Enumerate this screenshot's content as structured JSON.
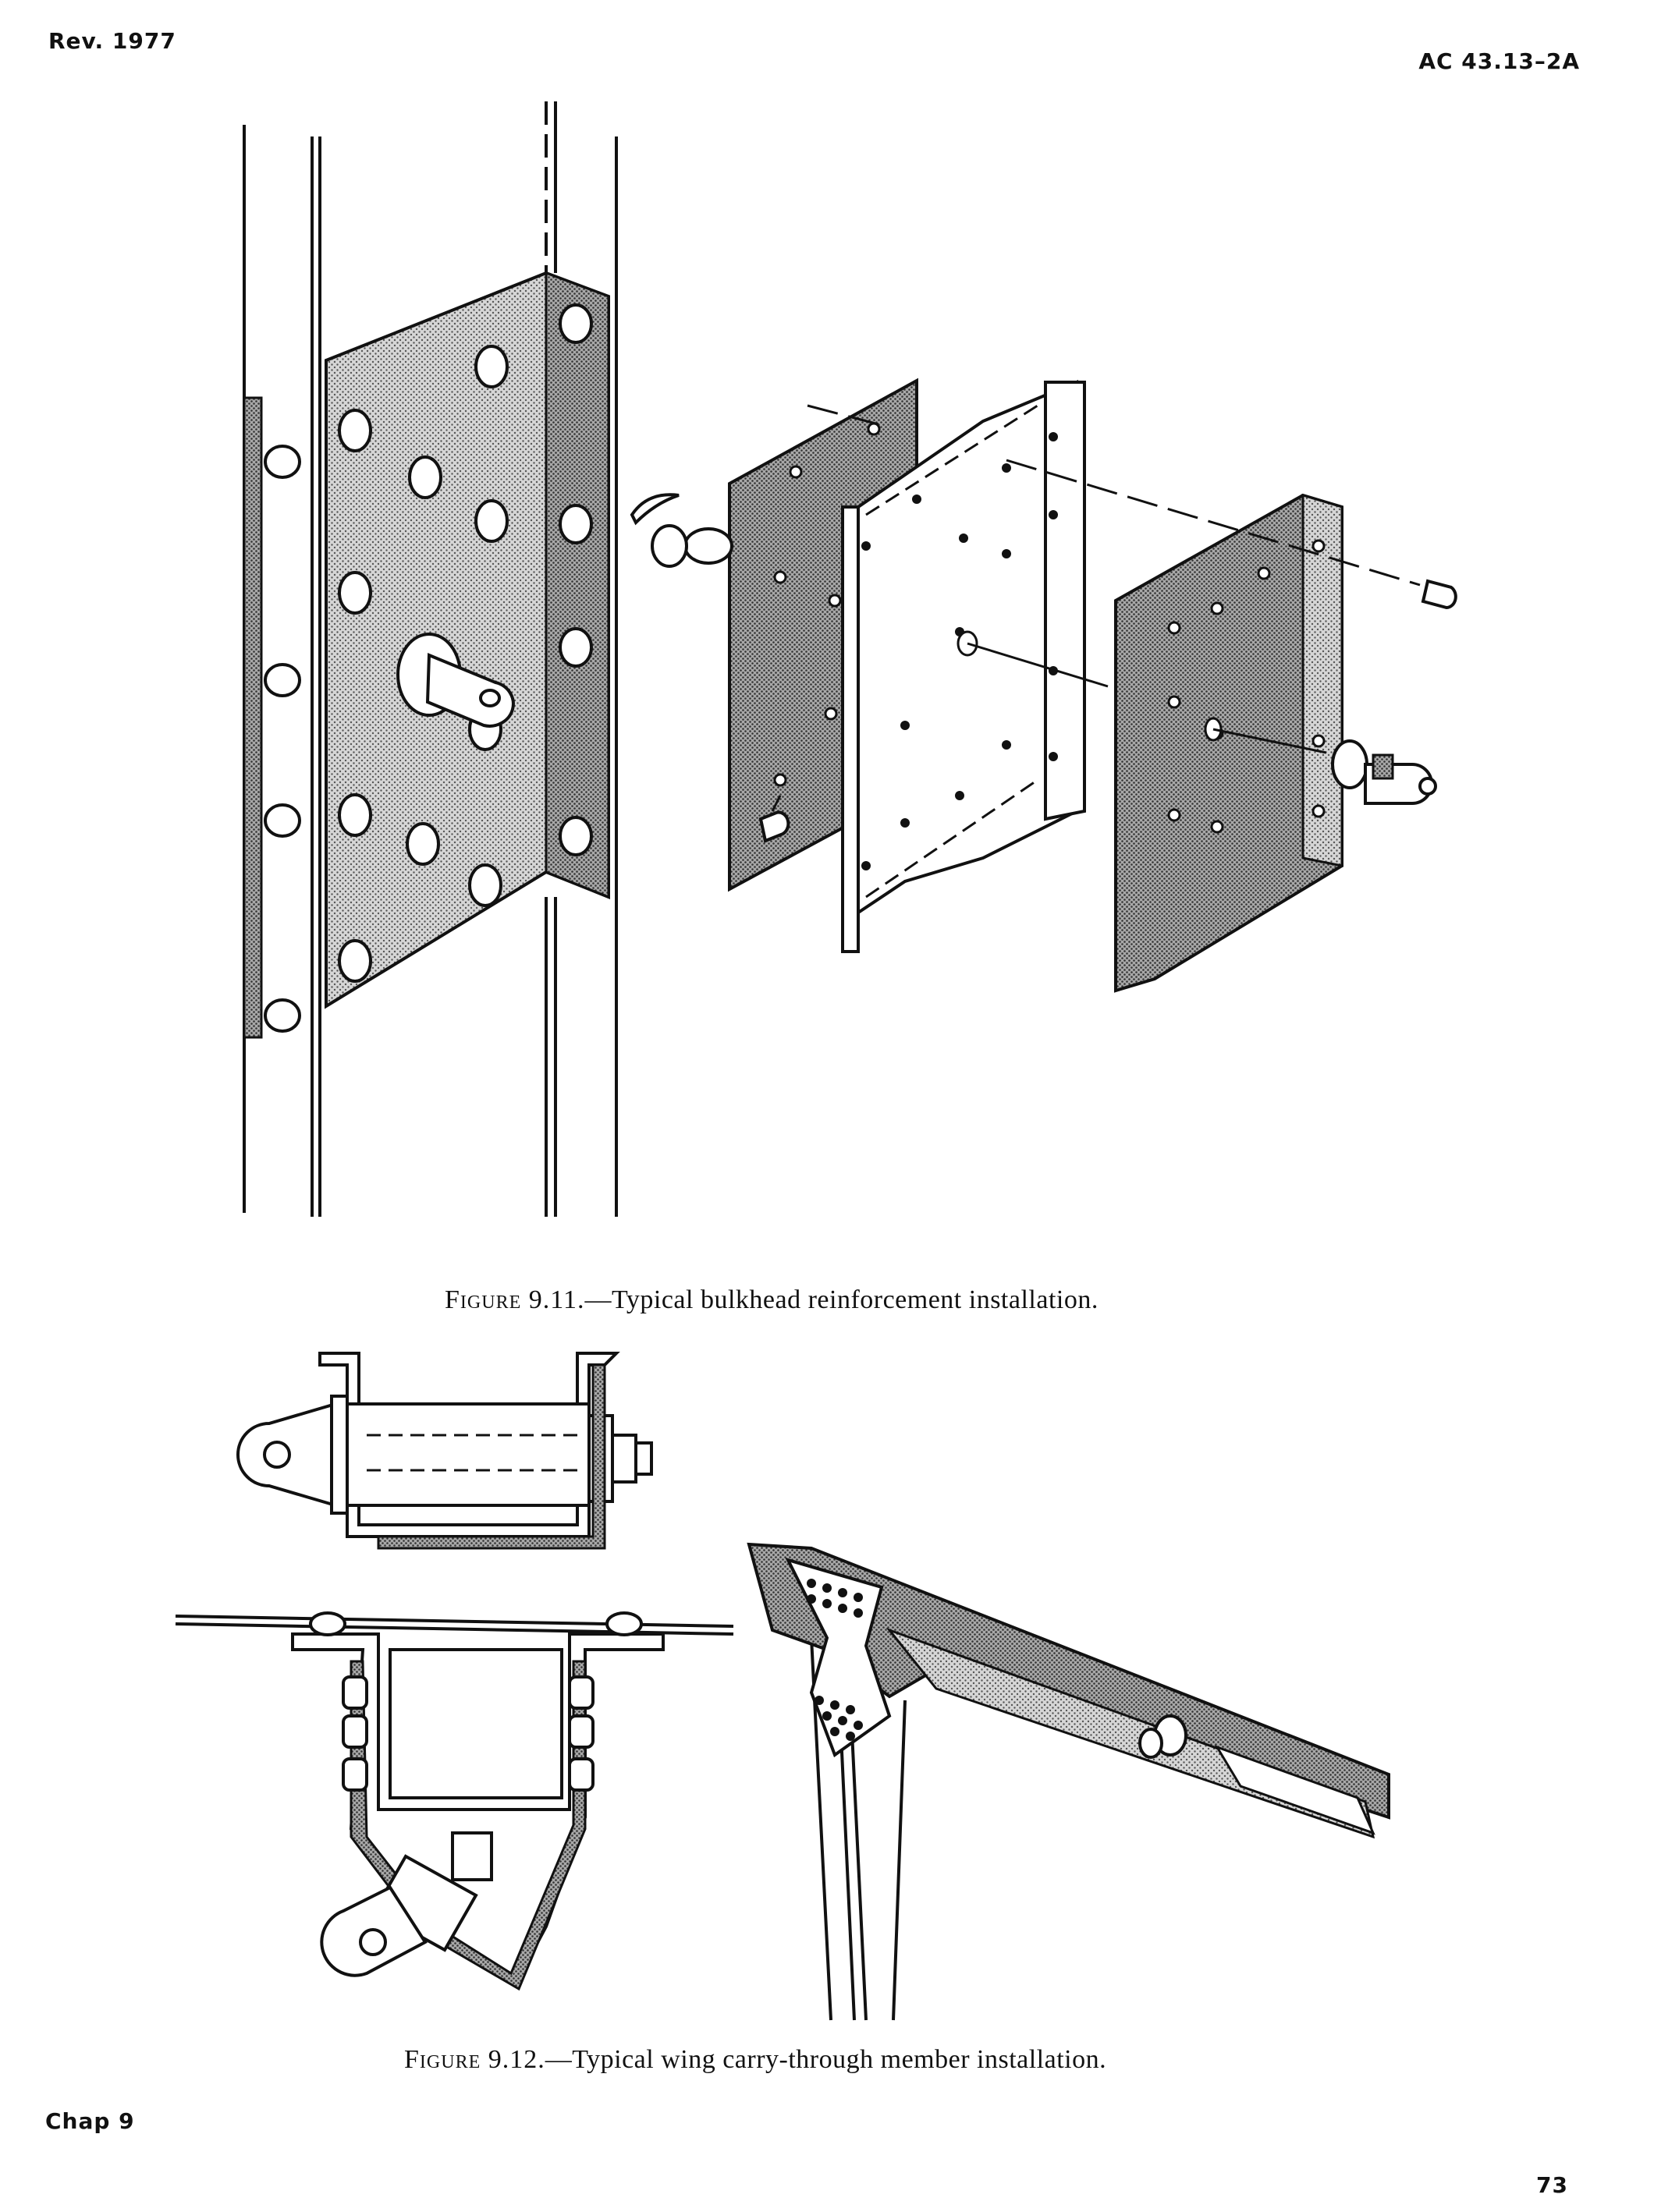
{
  "header": {
    "left": "Rev. 1977",
    "right": "AC 43.13–2A"
  },
  "figures": [
    {
      "number": "Figure 9.11.",
      "title": "—Typical bulkhead reinforcement installation."
    },
    {
      "number": "Figure 9.12.",
      "title": "—Typical wing carry-through member installation."
    }
  ],
  "footer": {
    "left": "Chap 9",
    "right": "73"
  }
}
